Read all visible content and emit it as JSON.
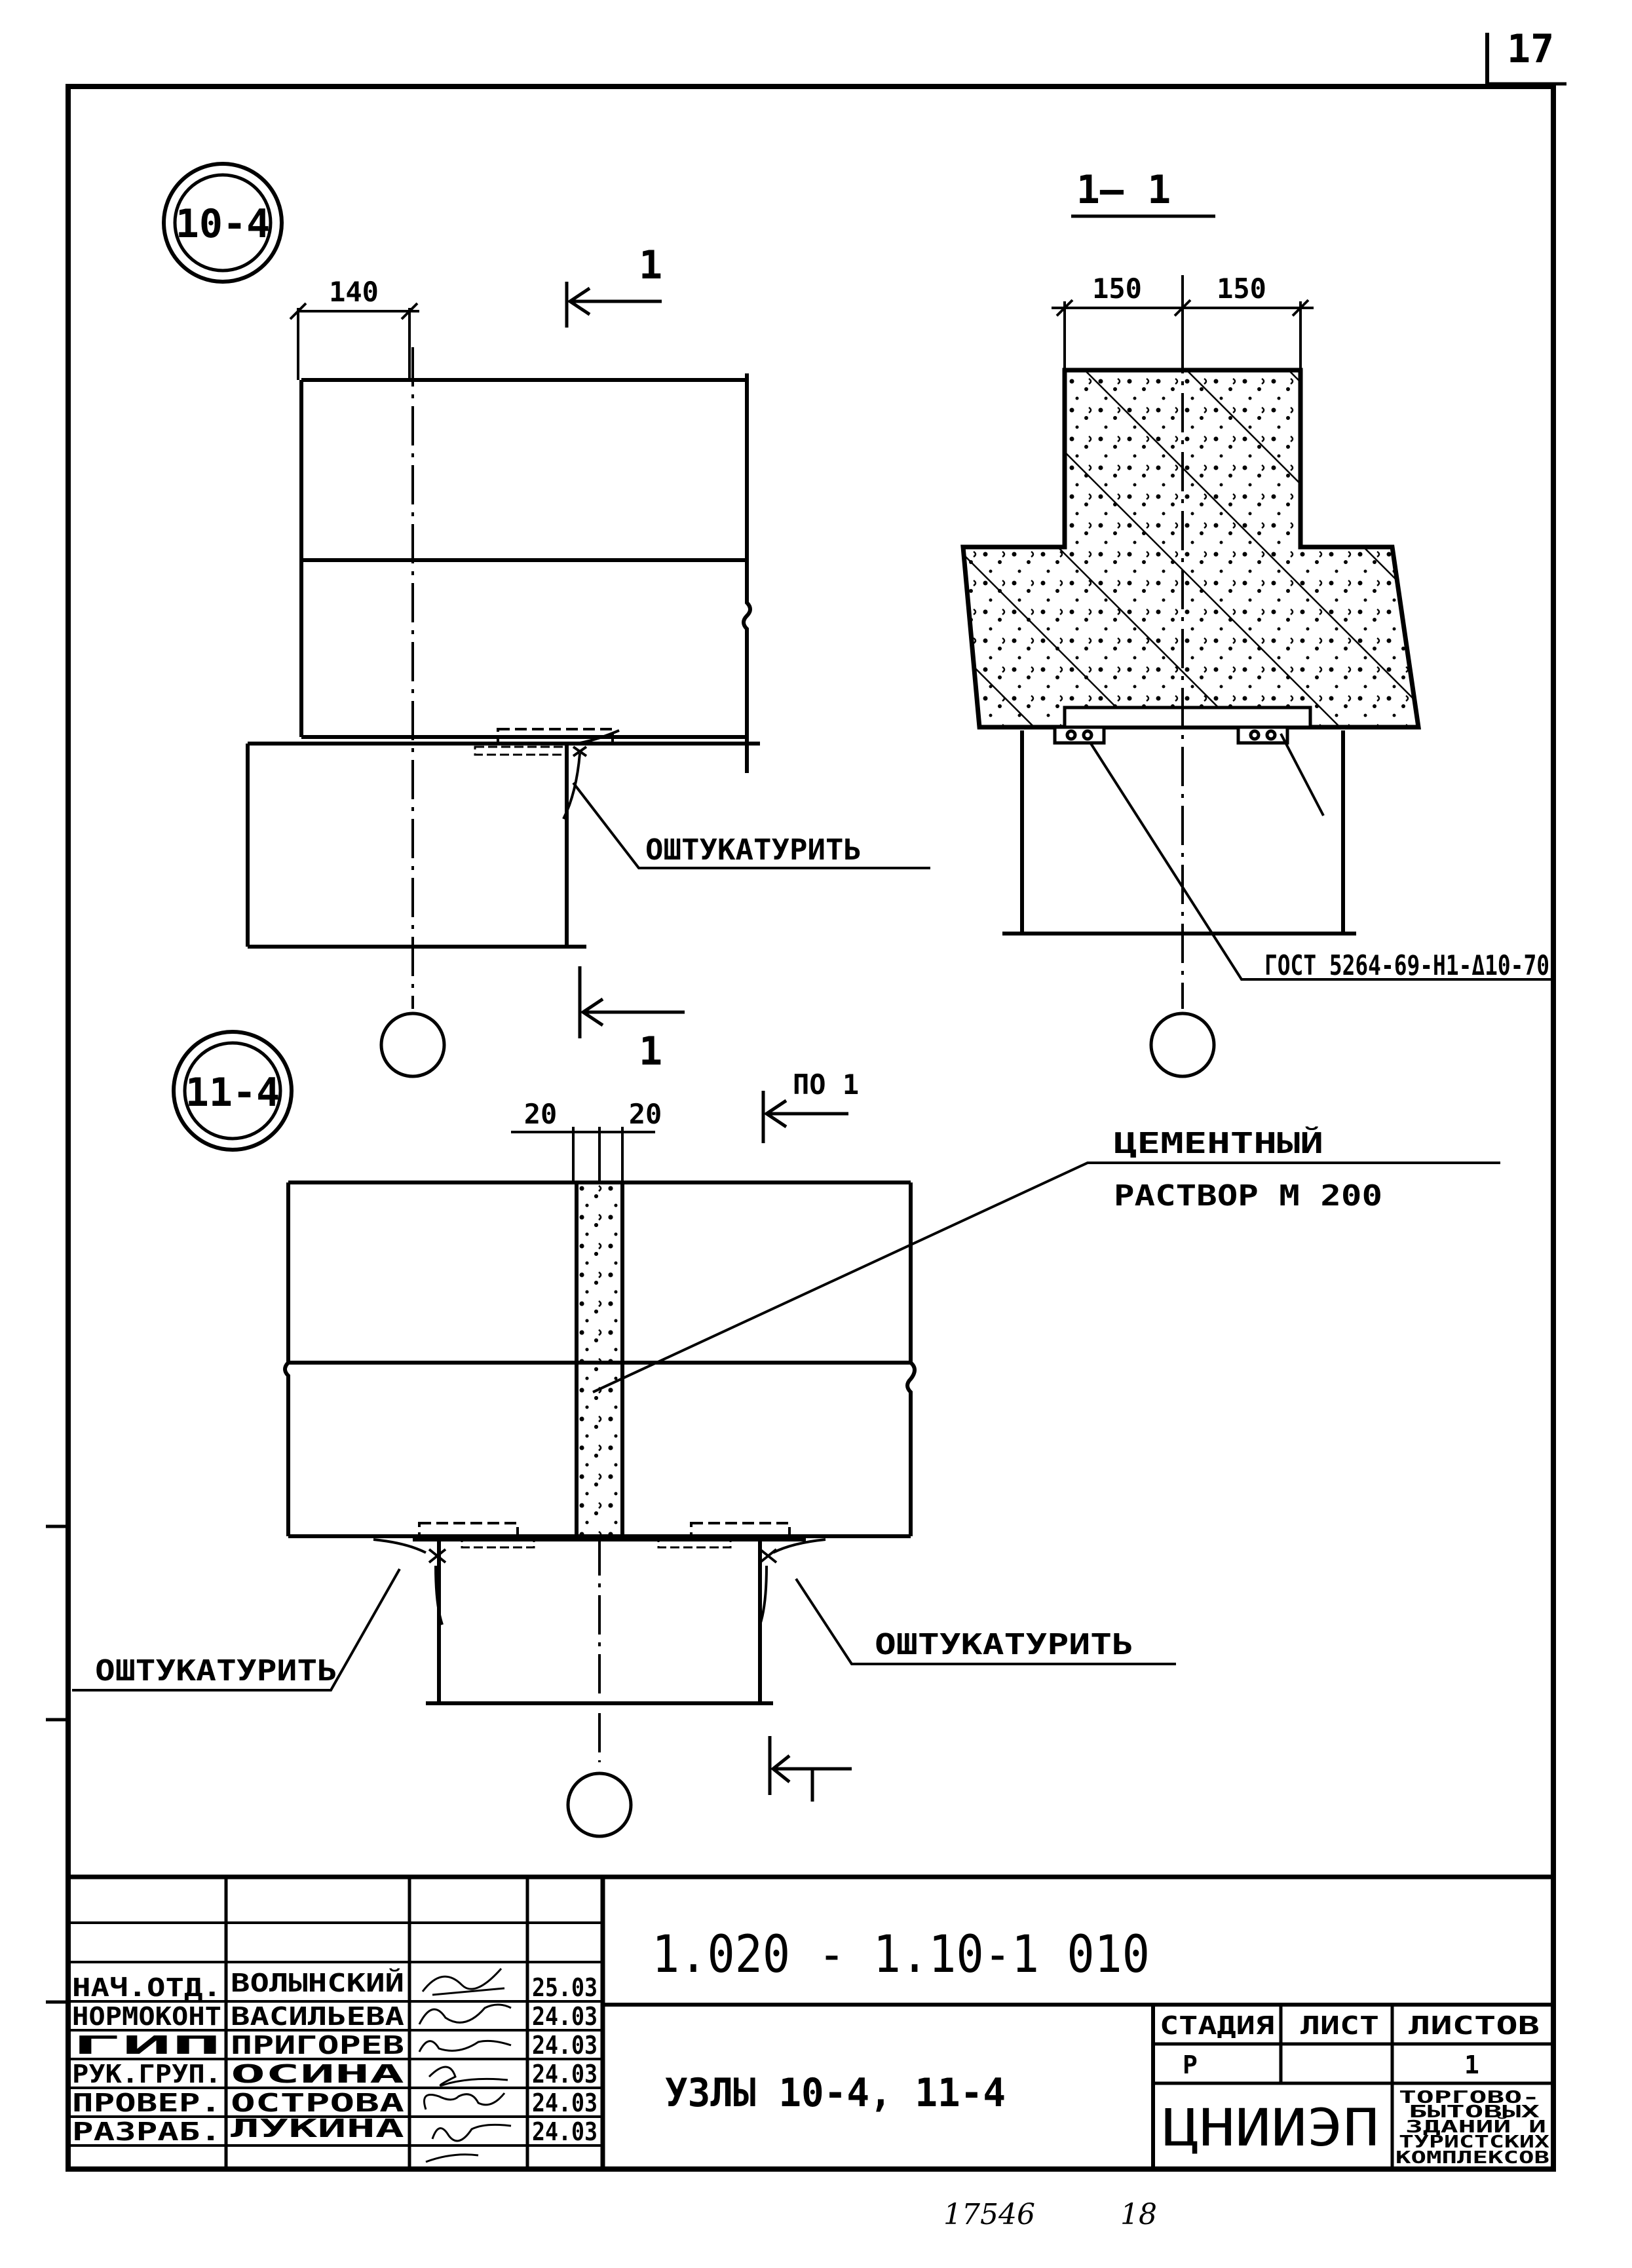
{
  "sheet": {
    "corner_number": "17",
    "bottom_note": "17546",
    "bottom_note_2": "18"
  },
  "detail_1": {
    "marker": "10-4",
    "dim_width": "140",
    "section_label": "1",
    "plaster_note": "ОШТУКАТУРИТЬ"
  },
  "section_1_1": {
    "title": "1– 1",
    "dim_left": "150",
    "dim_right": "150",
    "standard_ref": "ГОСТ 5264-69-Н1-Δ10-70"
  },
  "detail_2": {
    "marker": "11-4",
    "dim_left": "20",
    "dim_right": "20",
    "section_ref": "ПО 1",
    "mortar_line1": "ЦЕМЕНТНЫЙ",
    "mortar_line2": "РАСТВОР  М 200",
    "plaster_note_left": "ОШТУКАТУРИТЬ",
    "plaster_note_right": "ОШТУКАТУРИТЬ",
    "section_mark": "1"
  },
  "title_block": {
    "doc_code": "1.020 - 1.10-1 010",
    "sheet_title": "УЗЛЫ 10-4, 11-4",
    "org": "ЦНИИЭП",
    "purpose_lines": [
      "ТОРГОВО-",
      "БЫТОВЫХ",
      "ЗДАНИЙ И",
      "ТУРИСТСКИХ",
      "КОМПЛЕКСОВ"
    ],
    "headers": {
      "stage": "СТАДИЯ",
      "sheet": "ЛИСТ",
      "sheets": "ЛИСТОВ"
    },
    "values": {
      "stage": "Р",
      "sheet": "",
      "sheets": "1"
    },
    "signatures": [
      {
        "role": "НАЧ.ОТД.",
        "name": "ВОЛЫНСКИЙ",
        "date": "25.03"
      },
      {
        "role": "НОРМОКОНТ",
        "name": "ВАСИЛЬЕВА",
        "date": "24.03"
      },
      {
        "role": "ГИП",
        "name": "ПРИГОРЕВ",
        "date": "24.03"
      },
      {
        "role": "РУК.ГРУП.",
        "name": "ОСИНА",
        "date": "24.03"
      },
      {
        "role": "ПРОВЕР.",
        "name": "ОСТРОВА",
        "date": "24.03"
      },
      {
        "role": "РАЗРАБ.",
        "name": "ЛУКИНА",
        "date": "24.03"
      }
    ]
  }
}
